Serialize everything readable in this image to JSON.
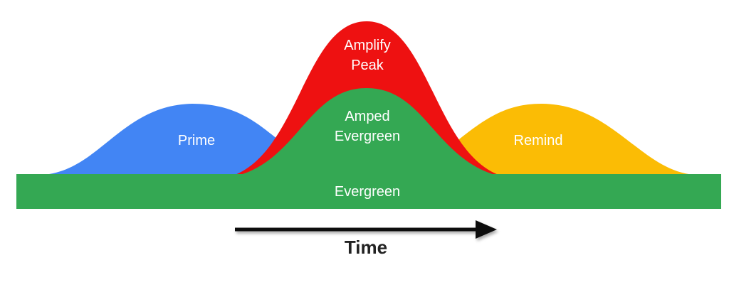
{
  "phases": {
    "prime": "Prime",
    "amplify_line1": "Amplify",
    "amplify_line2": "Peak",
    "amped_line1": "Amped",
    "amped_line2": "Evergreen",
    "remind": "Remind",
    "evergreen": "Evergreen"
  },
  "axis": {
    "label": "Time"
  },
  "colors": {
    "prime": "#4285f4",
    "amplify": "#ee1111",
    "amped": "#34a853",
    "remind": "#fbbc05",
    "evergreen": "#34a853",
    "arrow": "#111111"
  }
}
